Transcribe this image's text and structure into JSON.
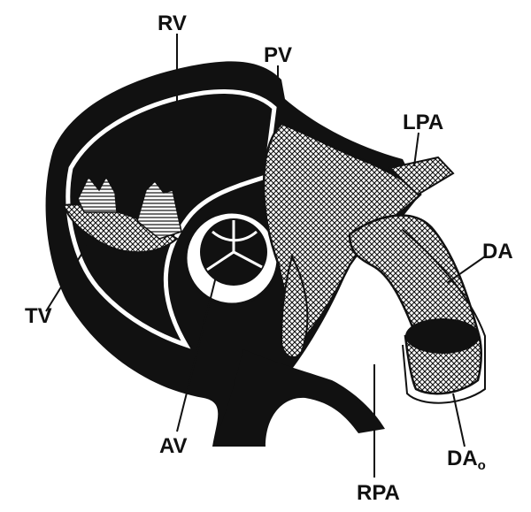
{
  "labels": {
    "rv": "RV",
    "pv": "PV",
    "lpa": "LPA",
    "da": "DA",
    "tv": "TV",
    "av": "AV",
    "rpa": "RPA",
    "dao_main": "DA",
    "dao_sub": "o"
  },
  "colors": {
    "ink": "#111111",
    "paper": "#ffffff"
  }
}
